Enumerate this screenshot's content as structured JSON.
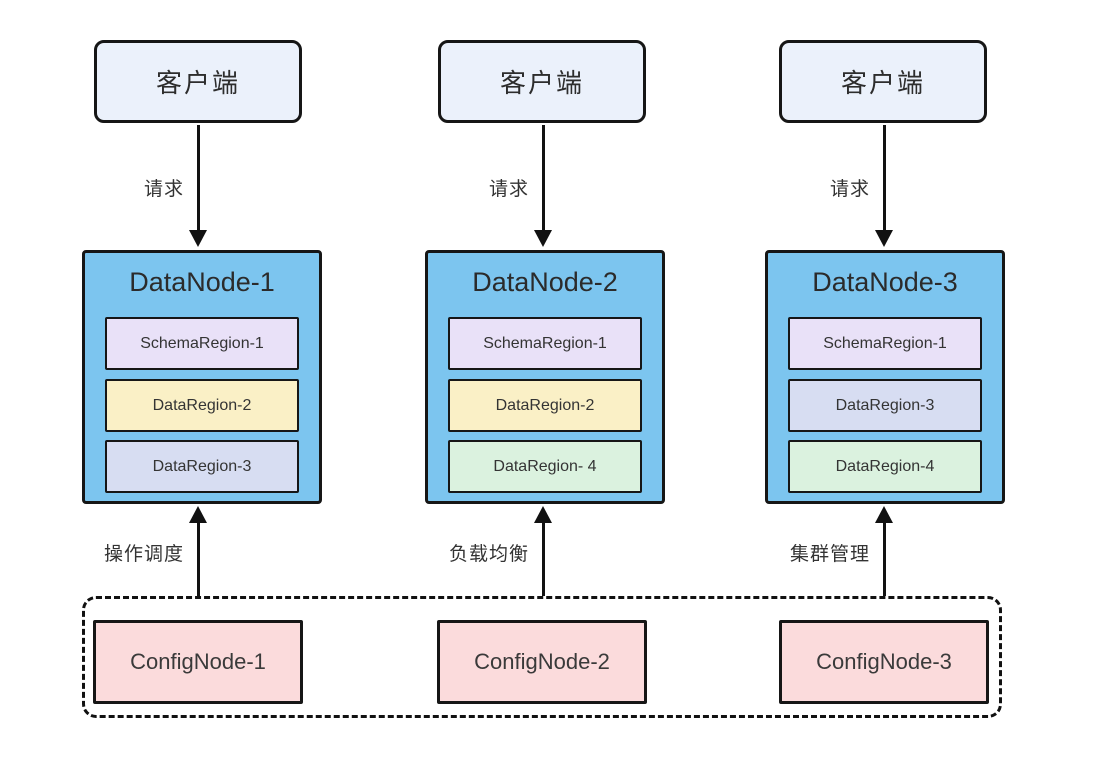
{
  "clients": [
    {
      "label": "客户端"
    },
    {
      "label": "客户端"
    },
    {
      "label": "客户端"
    }
  ],
  "client_arrows": [
    {
      "label": "请求"
    },
    {
      "label": "请求"
    },
    {
      "label": "请求"
    }
  ],
  "datanodes": [
    {
      "title": "DataNode-1",
      "regions": [
        {
          "label": "SchemaRegion-1"
        },
        {
          "label": "DataRegion-2"
        },
        {
          "label": "DataRegion-3"
        }
      ]
    },
    {
      "title": "DataNode-2",
      "regions": [
        {
          "label": "SchemaRegion-1"
        },
        {
          "label": "DataRegion-2"
        },
        {
          "label": "DataRegion- 4"
        }
      ]
    },
    {
      "title": "DataNode-3",
      "regions": [
        {
          "label": "SchemaRegion-1"
        },
        {
          "label": "DataRegion-3"
        },
        {
          "label": "DataRegion-4"
        }
      ]
    }
  ],
  "confignode_arrows": [
    {
      "label": "操作调度"
    },
    {
      "label": "负载均衡"
    },
    {
      "label": "集群管理"
    }
  ],
  "confignodes": [
    {
      "label": "ConfigNode-1"
    },
    {
      "label": "ConfigNode-2"
    },
    {
      "label": "ConfigNode-3"
    }
  ],
  "colors": {
    "client_fill": "#EBF1FB",
    "datanode_fill": "#7CC5EF",
    "schema_region_fill": "#E9E1F8",
    "data_region_yellow_fill": "#FAF0C6",
    "data_region_periwinkle_fill": "#D7DDF2",
    "data_region_green_fill": "#DBF2DF",
    "confignode_fill": "#FBDBDC",
    "border": "#161616",
    "text": "#2D2D2D"
  }
}
